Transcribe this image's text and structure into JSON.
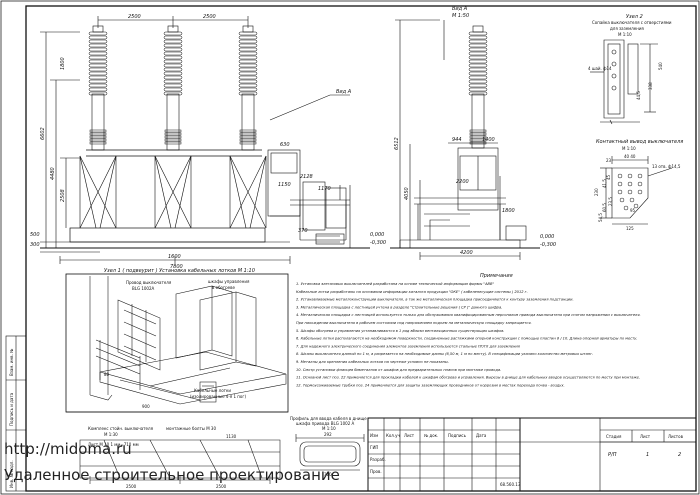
{
  "views": {
    "view_a_label": "Вид А",
    "view_a_scale": "М 1:50",
    "view_a_arrow": "Вид А",
    "node2_title": "Узел 2",
    "node2_caption": "Сопайка выключателя с отверстиями",
    "node2_caption2": "для заземления",
    "node2_scale": "М 1:10",
    "node2_strip": "4 шай. ф14",
    "contact_title": "Контактный вывод выключателя",
    "contact_scale": "М 1:10",
    "contact_holes": "13 отв. ф14,5",
    "node1_title": "Узел 1 ( подвеурит ) Установка кабельных лотков  М 1:10",
    "tray_label": "Провод выключателя",
    "tray_label2": "BLG 1002A",
    "cabinet_label": "шкафы управления",
    "cabinet_label2": "в обогреве",
    "cable_label": "Кабельные лотки",
    "cable_label2": "(изолированные 4-я 1 пог)",
    "section_label": "Комплекс стойн. выключателя",
    "section_scale": "М 1:30",
    "bolt_label": "монтажные болты М 30",
    "pipe_label": "Профиль для ввода кабеля в днище",
    "pipe_label2": "шкафа привода  BLG 1002 A",
    "pipe_scale": "М 1:10",
    "pipe_label3": "Лист М 10 1 мм=710 мм",
    "notes_title": "Примечания"
  },
  "dims": {
    "d2500a": "2500",
    "d2500b": "2500",
    "d1600": "1600",
    "d7800": "7800",
    "d4200": "4200",
    "d1150": "1150",
    "d630": "630",
    "d944": "944",
    "d1400": "1400",
    "d2200": "2200",
    "d6602": "6602",
    "d6512": "6512",
    "d4480": "4480",
    "d2508": "2508",
    "d4050": "4050",
    "d1800": "1800",
    "d2128": "2128",
    "d1170": "1170",
    "d300": "300",
    "d500": "500",
    "d370": "370",
    "elev1": "0,000",
    "elev1b": "-0,300",
    "elev2": "0,000",
    "elev2b": "-0,300",
    "d292": "292",
    "d310": "310",
    "d4040": "40 40",
    "d23": "23",
    "d125": "125",
    "d4165": "41,5",
    "d230": "230",
    "d45": "45",
    "d605": "60,5",
    "d235": "23,5",
    "d545": "54,5",
    "d95": "95",
    "d900": "900",
    "d80": "80",
    "d1800b": "1800",
    "d2500c": "2500",
    "d2500d": "2500",
    "d1130": "1130",
    "d445": "44,5",
    "d338": "338",
    "d540": "540"
  },
  "notes": [
    "1. Установка элегазовых выключателей разработана на основе технической информации фирмы \"АВВ\"",
    "Кабельные лотки разработаны на основании информации каталога продукции \"ОКЕ\" ( кабеленесущие системы ) 2012 г.",
    "2. Устанавливаемые металлоконструкции выключателя, а так же металлическая площадка присоединяются к контуру заземления подстанции.",
    "3. Металлическая площадка с лестницей учтена в разделе \"Строительные решения ( СР )\" данного шифра.",
    "4. Металлическая площадка с лестницей используется только для обслуживания квалифицированным персоналом привода выключателя при снятом напряжении с выключателя.",
    "При нахождении выключателя в рабочем состоянии под напряжением подъем на металлическую площадку запрещается.",
    "5. Шкафы обогрева и управления устанавливаются в 1 ряд вблизи вентиляционных существующих шкафов.",
    "6. Кабельные лотки располагаются на необходимом поверхности, соединенные растяжками опорной конструкции с помощью пластин 8 / 10. Длина опорной арматуры по месту.",
    "7. Для надежного электрического соединения элементов заземления используются стальные ПГ/ГХ для заземления",
    "8. Шкалы выключателя длиной по 1 м, а разрезается на необходимые длины (6,50 м, 1 м по месту). В спецификации указано количество метровых штанг.",
    "9. Металлы для крепления кабельных лотков на чертеже условно не показаны.",
    "10. Смотр установки фланцев биметаллов от шкафов для предварительных планов при монтаже провода.",
    "11. Основной лист поз. 22 применяется для прокладки кабелей к шкафам обогрева и управления. Вырезы в днище для кабельных вводов осуществляются по месту при монтаже.",
    "12. Термоусаживаемые трубки поз. 24 применяются для защиты заземляющих проводников от коррозии в местах перехода почва - воздух."
  ],
  "stamp": {
    "col_izm": "Изм",
    "col_kol": "Кол.уч",
    "col_list": "Лист",
    "col_doc": "№ док.",
    "col_sign": "Подпись",
    "col_date": "Дата",
    "row_gip": "ГИП",
    "row_razrab": "Разраб.",
    "row_prov": "Пров.",
    "stage_h": "Стадия",
    "sheet_h": "Лист",
    "sheets_h": "Листов",
    "stage_v": "Р/П",
    "sheet_v": "1",
    "sheets_v": "2",
    "code": "68.560.13",
    "side1": "Инв. № подл.",
    "side2": "Подпись и дата",
    "side3": "Взам. инв. №"
  },
  "watermark": {
    "url": "http://midoma.ru",
    "caption": "Удаленное строительное проектирование"
  }
}
